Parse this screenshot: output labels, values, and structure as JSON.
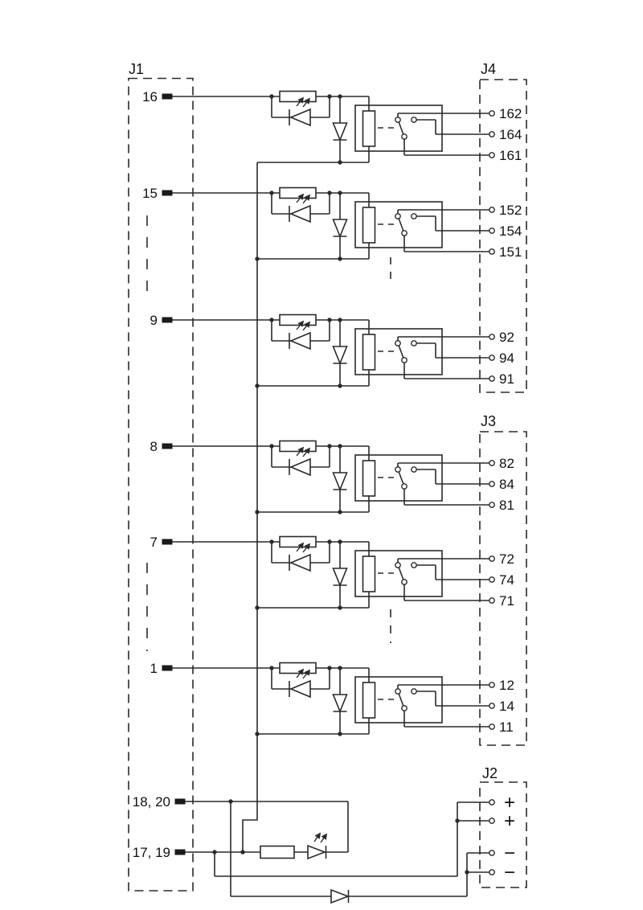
{
  "diagram": {
    "type": "relay-module-schematic",
    "connectors": {
      "j1": {
        "label": "J1",
        "pins": [
          "16",
          "15",
          "9",
          "8",
          "7",
          "1",
          "18, 20",
          "17, 19"
        ]
      },
      "j4": {
        "label": "J4",
        "pins": [
          "162",
          "164",
          "161",
          "152",
          "154",
          "151",
          "92",
          "94",
          "91"
        ]
      },
      "j3": {
        "label": "J3",
        "pins": [
          "82",
          "84",
          "81",
          "72",
          "74",
          "71",
          "12",
          "14",
          "11"
        ]
      },
      "j2": {
        "label": "J2",
        "pins": [
          "+",
          "+",
          "−",
          "−"
        ]
      }
    },
    "channels": [
      {
        "input": "16",
        "outputs": [
          "162",
          "164",
          "161"
        ]
      },
      {
        "input": "15",
        "outputs": [
          "152",
          "154",
          "151"
        ]
      },
      {
        "input": "9",
        "outputs": [
          "92",
          "94",
          "91"
        ]
      },
      {
        "input": "8",
        "outputs": [
          "82",
          "84",
          "81"
        ]
      },
      {
        "input": "7",
        "outputs": [
          "72",
          "74",
          "71"
        ]
      },
      {
        "input": "1",
        "outputs": [
          "12",
          "14",
          "11"
        ]
      }
    ],
    "colors": {
      "line": "#2a2a2a",
      "text": "#111111",
      "background": "#ffffff"
    }
  }
}
